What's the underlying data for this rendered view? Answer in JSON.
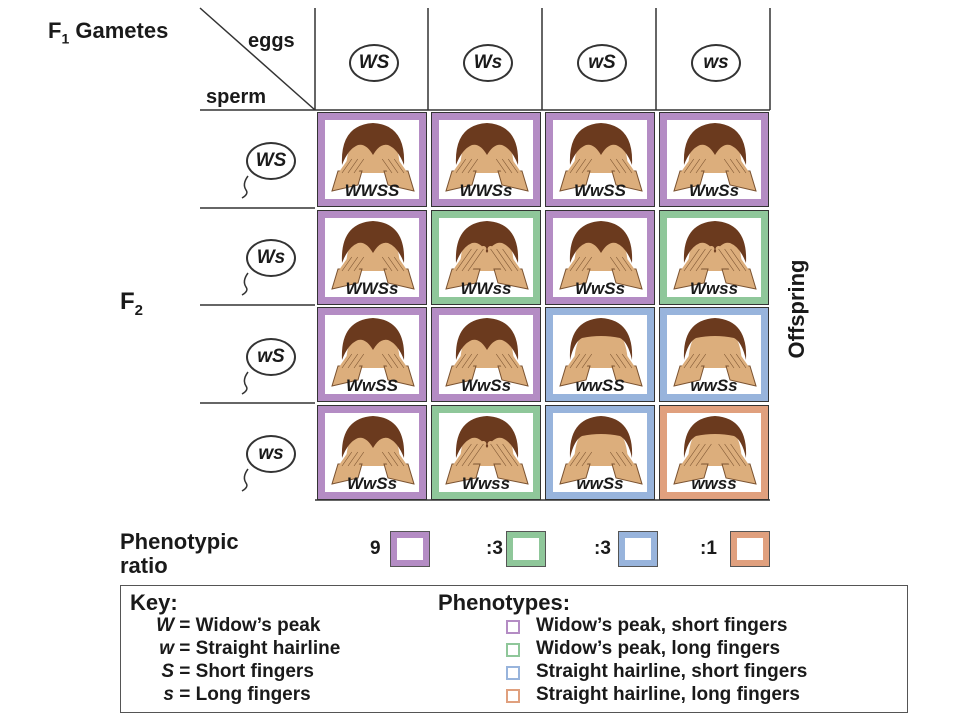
{
  "header": {
    "f1_prefix": "F",
    "f1_sub": "1",
    "f1_word": "Gametes",
    "eggs": "eggs",
    "sperm": "sperm"
  },
  "eggs": [
    "WS",
    "Ws",
    "wS",
    "ws"
  ],
  "sperm": [
    "WS",
    "Ws",
    "wS",
    "ws"
  ],
  "f2_prefix": "F",
  "f2_sub": "2",
  "offspring": "Offspring",
  "grid": [
    [
      {
        "g": "WWSS",
        "p": "wp_short"
      },
      {
        "g": "WWSs",
        "p": "wp_short"
      },
      {
        "g": "WwSS",
        "p": "wp_short"
      },
      {
        "g": "WwSs",
        "p": "wp_short"
      }
    ],
    [
      {
        "g": "WWSs",
        "p": "wp_short"
      },
      {
        "g": "WWss",
        "p": "wp_long"
      },
      {
        "g": "WwSs",
        "p": "wp_short"
      },
      {
        "g": "Wwss",
        "p": "wp_long"
      }
    ],
    [
      {
        "g": "WwSS",
        "p": "wp_short"
      },
      {
        "g": "WwSs",
        "p": "wp_short"
      },
      {
        "g": "wwSS",
        "p": "st_short"
      },
      {
        "g": "wwSs",
        "p": "st_short"
      }
    ],
    [
      {
        "g": "WwSs",
        "p": "wp_short"
      },
      {
        "g": "Wwss",
        "p": "wp_long"
      },
      {
        "g": "wwSs",
        "p": "st_short"
      },
      {
        "g": "wwss",
        "p": "st_long"
      }
    ]
  ],
  "colors": {
    "wp_short": "#b48cc4",
    "wp_long": "#8fc79a",
    "st_short": "#98b4dc",
    "st_long": "#e0a07e",
    "hair": "#6b3a1e",
    "skin": "#dcae7c"
  },
  "ratio": {
    "label_line1": "Phenotypic",
    "label_line2": "ratio",
    "items": [
      {
        "num": "9",
        "p": "wp_short"
      },
      {
        "num": ":3",
        "p": "wp_long"
      },
      {
        "num": ":3",
        "p": "st_short"
      },
      {
        "num": ":1",
        "p": "st_long"
      }
    ]
  },
  "key": {
    "title": "Key:",
    "entries": [
      {
        "sym": "W",
        "text": " = Widow’s peak"
      },
      {
        "sym": "w",
        "text": " = Straight hairline"
      },
      {
        "sym": "S",
        "text": " = Short fingers"
      },
      {
        "sym": "s",
        "text": " = Long fingers"
      }
    ],
    "phen_title": "Phenotypes:",
    "phenotypes": [
      {
        "p": "wp_short",
        "text": "Widow’s peak, short fingers"
      },
      {
        "p": "wp_long",
        "text": "Widow’s peak, long fingers"
      },
      {
        "p": "st_short",
        "text": "Straight hairline, short fingers"
      },
      {
        "p": "st_long",
        "text": "Straight hairline, long fingers"
      }
    ]
  }
}
